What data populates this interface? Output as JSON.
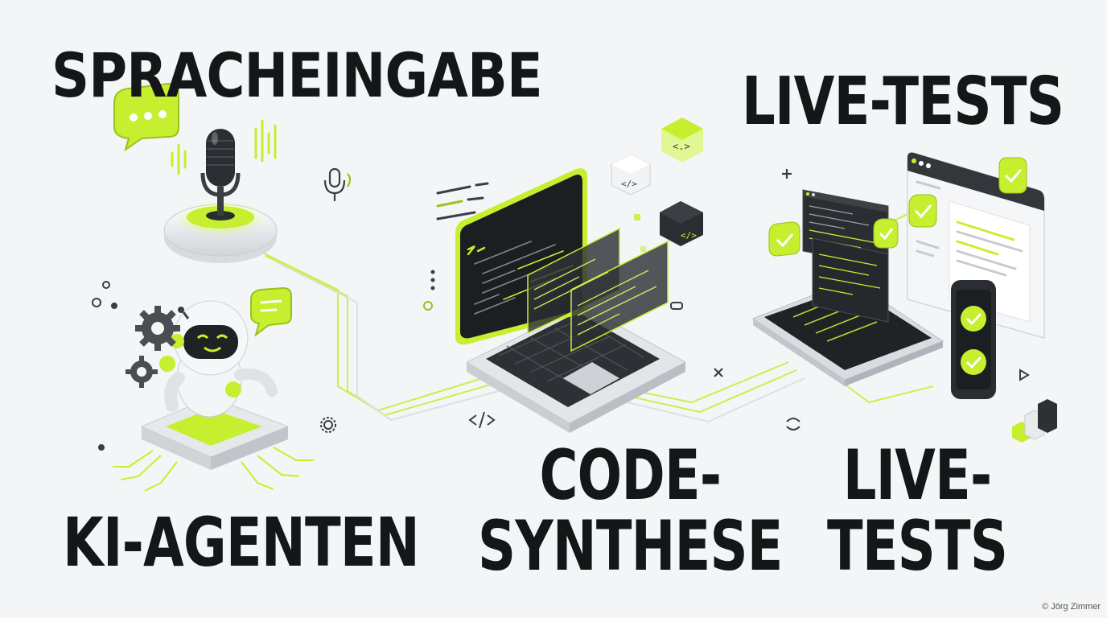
{
  "headlines": {
    "voice": "SPRACHEINGABE",
    "live_top": "LIVE-TESTS",
    "agents": "KI-AGENTEN",
    "code_line1": "CODE-",
    "code_line2": "SYNTHESE",
    "live_line1": "LIVE-",
    "live_line2": "TESTS"
  },
  "credit": "© Jörg Zimmer",
  "palette": {
    "accent": "#c6ef2f",
    "accent_dark": "#8fbf12",
    "dark": "#1e2124",
    "background": "#f3f5f6",
    "device_gray": "#d9dde1"
  },
  "icons": [
    "microphone-icon",
    "speech-bubble-icon",
    "robot-icon",
    "gear-icon",
    "laptop-icon",
    "code-cube-icon",
    "browser-window-icon",
    "smartphone-icon",
    "tablet-icon",
    "checkmark-icon"
  ]
}
